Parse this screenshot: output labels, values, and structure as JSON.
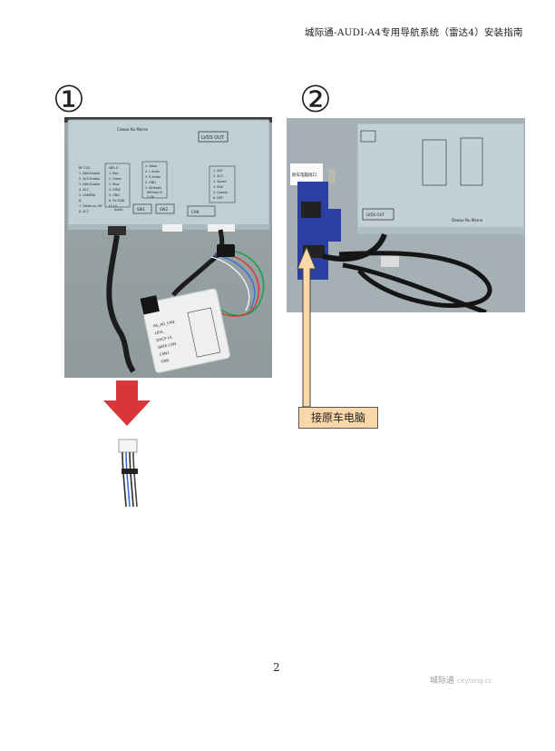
{
  "header": {
    "title": "城际通-AUDI-A4专用导航系统（雷达4）安装指南"
  },
  "steps": [
    {
      "number": "①"
    },
    {
      "number": "②"
    }
  ],
  "photo1": {
    "top_label": "Cowoo Nu Marne",
    "lvds_label": "LVDS OUT",
    "col1": [
      "RF  CUS",
      "1. NAV-Enable",
      "2. AV3-Enable",
      "3. NAV-Enable",
      "4. ACC",
      "5. CAMERA",
      "6.",
      "7. Setter-on-Off",
      "8. ACC"
    ],
    "col2": [
      "SBD A",
      "1. Red",
      "2. Green",
      "3. Blue",
      "4. SYNC",
      "5. GND",
      "6. 5V-GND",
      "LS LS",
      "Audio"
    ],
    "col3": [
      "1. Video",
      "2. L Audio",
      "3. R Audio",
      "4. GND",
      "5. KiHardie",
      "6IR-Nav-Vi",
      "7. NI"
    ],
    "col4": [
      "1. BAT",
      "2. ACC",
      "3. Speed",
      "4. BAK",
      "5. Groove",
      "6. DEF"
    ],
    "btn1": "SW1",
    "btn2": "SW2",
    "btn3": "CAN",
    "usb_lines": [
      "RS_AD_CAN",
      "LEVL",
      "DHCP LS",
      "DATA CAN",
      "CAN1",
      "GND"
    ]
  },
  "photo2": {
    "lvds_label": "LVDS OUT",
    "bottom_label": "Dewoo Nu Marne",
    "sticker": "原车电脑接口"
  },
  "callout": {
    "label": "接原车电脑"
  },
  "page_number": "2",
  "footer": {
    "logo": "城际通",
    "sub": "citytong.cc"
  }
}
